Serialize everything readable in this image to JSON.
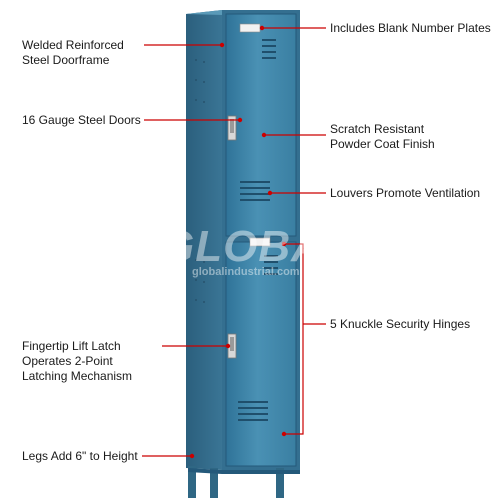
{
  "callouts": {
    "number_plates": "Includes Blank Number Plates",
    "doorframe_line1": "Welded Reinforced",
    "doorframe_line2": "Steel Doorframe",
    "doors": "16 Gauge Steel Doors",
    "finish_line1": "Scratch Resistant",
    "finish_line2": "Powder Coat Finish",
    "louvers": "Louvers Promote Ventilation",
    "hinges": "5 Knuckle Security Hinges",
    "latch_line1": "Fingertip Lift Latch",
    "latch_line2": "Operates 2-Point",
    "latch_line3": "Latching Mechanism",
    "legs": "Legs Add 6\" to Height"
  },
  "watermark": {
    "brand": "GLOBAL",
    "site": "globalindustrial.com"
  },
  "colors": {
    "locker_front": "#3f86a8",
    "locker_side": "#2f6784",
    "callout_line": "#cc0000"
  }
}
